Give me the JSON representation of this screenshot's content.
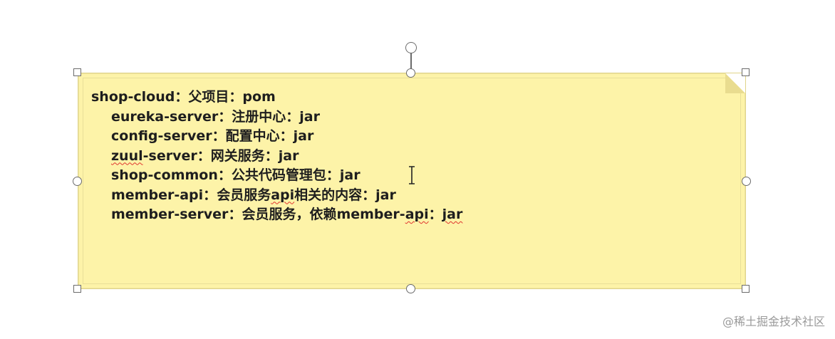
{
  "note": {
    "lines": [
      {
        "prefix": "shop-cloud",
        "sep": "：",
        "desc": "父项目",
        "sep2": "：",
        "type": "pom"
      },
      {
        "prefix": "eureka-server",
        "sep": "：",
        "desc": "注册中心",
        "sep2": "：",
        "type": "jar"
      },
      {
        "prefix": "config-server",
        "sep": "：",
        "desc": "配置中心",
        "sep2": "：",
        "type": "jar"
      },
      {
        "prefix_sq": "zuul",
        "prefix_rest": "-server",
        "sep": "：",
        "desc": "网关服务",
        "sep2": "：",
        "type": "jar"
      },
      {
        "prefix": "shop-common",
        "sep": "：",
        "desc": "公共代码管理包",
        "sep2": "：",
        "type": "jar"
      },
      {
        "prefix": "member-api",
        "sep": "：",
        "desc_a": "会员服务",
        "desc_sq": "api",
        "desc_b": "相关的内容",
        "sep2": "：",
        "type": "jar"
      },
      {
        "prefix": "member-server",
        "sep": "：",
        "desc": "会员服务，依赖member-",
        "desc_sq": "api",
        "sep2": "：",
        "type": "jar"
      }
    ]
  },
  "colors": {
    "note_bg": "#fdf3a8",
    "text": "#1e1e1e",
    "handle_border": "#6b6b6b",
    "spellcheck": "#e0342e"
  },
  "icons": {
    "cursor": "text-cursor-icon"
  },
  "watermark": "@稀土掘金技术社区"
}
